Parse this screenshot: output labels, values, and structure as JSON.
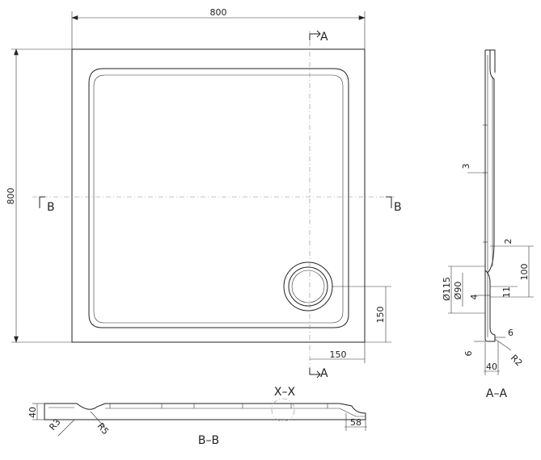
{
  "dims": {
    "width": "800",
    "height": "800",
    "drain_x": "150",
    "drain_y": "150",
    "d115": "Ø115",
    "d90": "Ø90",
    "r3": "R3",
    "r5": "R5",
    "r2": "R2",
    "v3": "3",
    "v2": "2",
    "v100": "100",
    "v4": "4",
    "v11": "11",
    "v6a": "6",
    "v6b": "6",
    "v40a": "40",
    "v40b": "40",
    "v58": "58"
  },
  "sections": {
    "a_top": "A",
    "a_bottom": "A",
    "b_left": "B",
    "b_right": "B",
    "aa": "A–A",
    "bb": "B–B",
    "xx": "X–X"
  },
  "colors": {
    "line": "#222222",
    "centerline": "#888888",
    "background": "#ffffff"
  }
}
